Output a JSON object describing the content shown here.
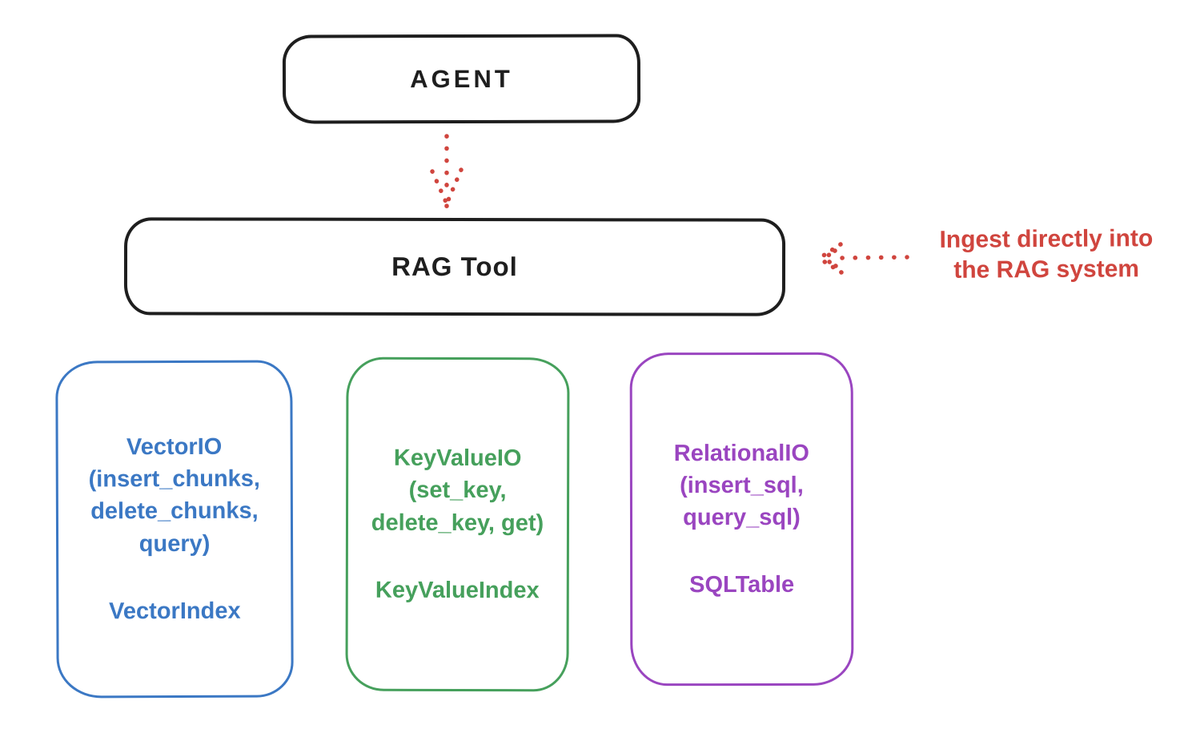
{
  "diagram": {
    "title_hint": "RAG Tool architecture sketch",
    "colors": {
      "stroke_black": "#1e1e1e",
      "accent_red": "#d0453e",
      "vector_blue": "#3b78c4",
      "keyvalue_green": "#46a05c",
      "relational_purple": "#9a45c0",
      "background": "#ffffff"
    },
    "nodes": {
      "agent": {
        "label": "AGENT"
      },
      "rag_tool": {
        "label": "RAG Tool"
      },
      "vector_io": {
        "title": "VectorIO\n(insert_chunks,\ndelete_chunks,\nquery)",
        "index": "VectorIndex",
        "color": "#3b78c4"
      },
      "key_value_io": {
        "title": "KeyValueIO\n(set_key,\ndelete_key, get)",
        "index": "KeyValueIndex",
        "color": "#46a05c"
      },
      "relational_io": {
        "title": "RelationalIO\n(insert_sql,\nquery_sql)",
        "index": "SQLTable",
        "color": "#9a45c0"
      }
    },
    "annotation": {
      "text": "Ingest directly into\nthe RAG system",
      "color": "#d0453e"
    },
    "connections": [
      {
        "from": "agent",
        "to": "rag_tool",
        "style": "dotted",
        "color": "#d0453e",
        "direction": "down"
      },
      {
        "from": "annotation",
        "to": "rag_tool",
        "style": "dotted",
        "color": "#d0453e",
        "direction": "left"
      }
    ]
  }
}
